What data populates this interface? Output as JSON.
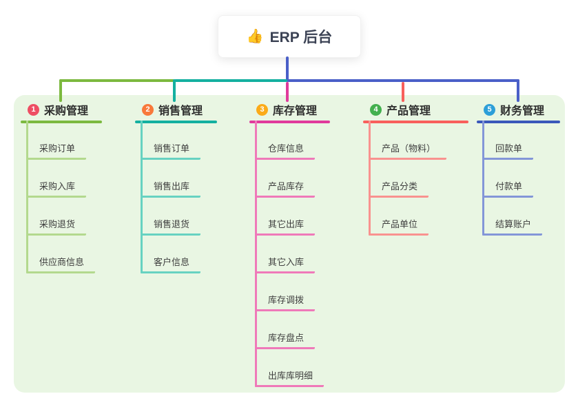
{
  "root": {
    "icon": "👍",
    "label": "ERP 后台",
    "line_color": "#4a5fc8"
  },
  "panel": {
    "background": "#e9f6e3"
  },
  "branches": [
    {
      "num": "1",
      "label": "采购管理",
      "badge_color": "#ee4e63",
      "line_color": "#7cb93f",
      "item_line_color": "#b3d98e",
      "items": [
        "采购订单",
        "采购入库",
        "采购退货",
        "供应商信息"
      ]
    },
    {
      "num": "2",
      "label": "销售管理",
      "badge_color": "#f8793b",
      "line_color": "#14b0a0",
      "item_line_color": "#67d2c1",
      "items": [
        "销售订单",
        "销售出库",
        "销售退货",
        "客户信息"
      ]
    },
    {
      "num": "3",
      "label": "库存管理",
      "badge_color": "#fbab19",
      "line_color": "#e03a9c",
      "item_line_color": "#ef79b9",
      "items": [
        "仓库信息",
        "产品库存",
        "其它出库",
        "其它入库",
        "库存调拨",
        "库存盘点",
        "出库库明细"
      ]
    },
    {
      "num": "4",
      "label": "产品管理",
      "badge_color": "#43b04e",
      "line_color": "#f8605c",
      "item_line_color": "#f9928f",
      "items": [
        "产品（物料）",
        "产品分类",
        "产品单位"
      ]
    },
    {
      "num": "5",
      "label": "财务管理",
      "badge_color": "#2d9fd8",
      "line_color": "#3a58ba",
      "item_line_color": "#8396d8",
      "items": [
        "回款单",
        "付款单",
        "结算账户"
      ]
    }
  ]
}
